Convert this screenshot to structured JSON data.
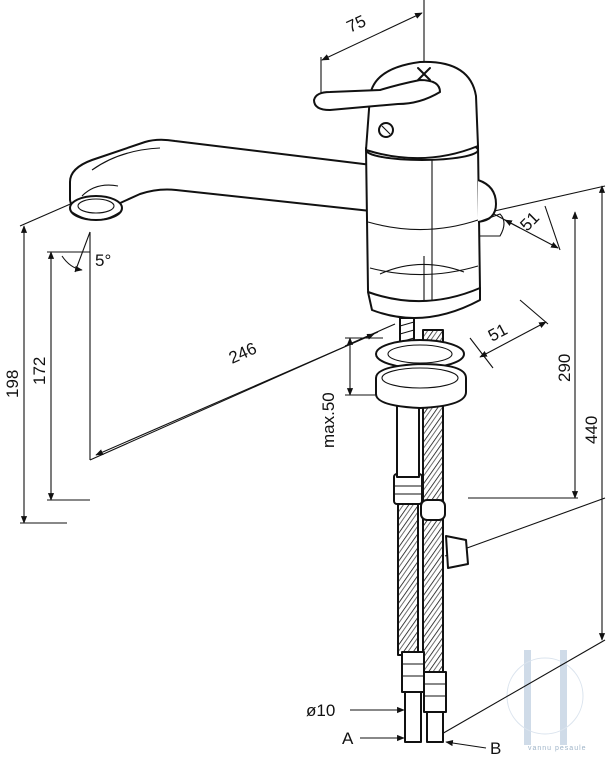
{
  "dimensions": {
    "handle_width": "75",
    "spout_tilt": "5°",
    "height_total_left": "198",
    "height_spout_outlet": "172",
    "spout_reach": "246",
    "base_depth_upper": "51",
    "base_depth_lower": "51",
    "max_counter_thickness": "max.50",
    "height_body": "290",
    "height_total_right": "440",
    "hose_diameter": "ø10"
  },
  "labels": {
    "connection_a": "A",
    "connection_b": "B"
  },
  "watermark": {
    "text": "vannu pesaule"
  },
  "colors": {
    "line": "#111111",
    "background": "#ffffff",
    "watermark": "#9fb4c8"
  }
}
